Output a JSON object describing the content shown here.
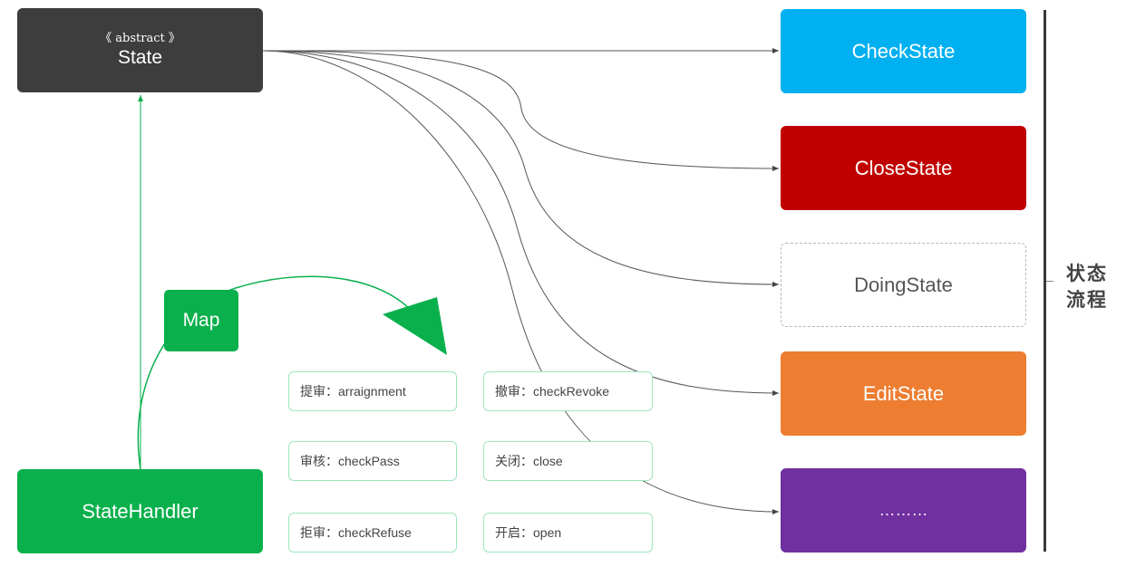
{
  "abstract_state": {
    "stereotype": "《 abstract 》",
    "name": "State"
  },
  "handler": {
    "name": "StateHandler"
  },
  "map": {
    "label": "Map"
  },
  "states": [
    {
      "label": "CheckState",
      "color": "#00b0f0"
    },
    {
      "label": "CloseState",
      "color": "#c00000"
    },
    {
      "label": "DoingState",
      "color": "#ffffff"
    },
    {
      "label": "EditState",
      "color": "#ed7d31"
    },
    {
      "label": "………",
      "color": "#7030a0"
    }
  ],
  "methods": [
    {
      "label": "提审：arraignment"
    },
    {
      "label": "撤审：checkRevoke"
    },
    {
      "label": "审核：checkPass"
    },
    {
      "label": "关闭：close"
    },
    {
      "label": "拒审：checkRefuse"
    },
    {
      "label": "开启：open"
    }
  ],
  "flow_label": {
    "line1": "状态",
    "line2": "流程"
  },
  "colors": {
    "connector": "#555555",
    "green": "#0ab04c"
  }
}
